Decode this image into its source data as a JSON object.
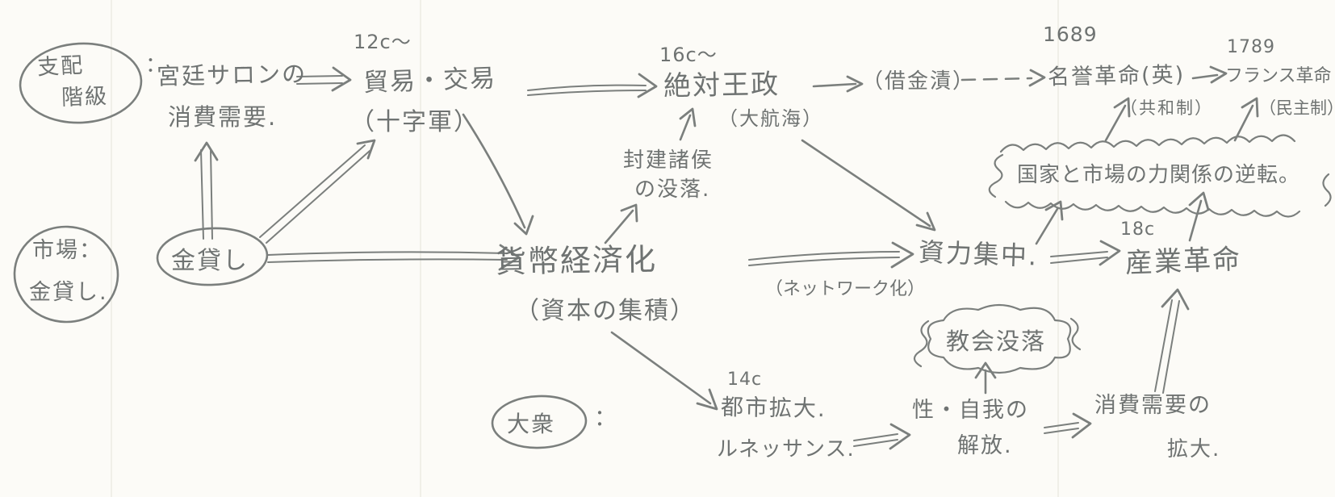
{
  "diagram": {
    "colors": {
      "paper": "#fcfbf7",
      "pencil": "#7b7f7d",
      "text": "#6f7372"
    },
    "lanes": {
      "ruling_class": {
        "line1": "支配",
        "line2": "階級",
        "colon": "："
      },
      "market": {
        "line1": "市場：",
        "line2": "金貸し."
      },
      "masses": {
        "label": "大衆",
        "colon": "："
      }
    },
    "nodes": {
      "court_salon": {
        "line1": "宮廷サロンの",
        "line2": "消費需要."
      },
      "moneylending": {
        "label": "金貸し"
      },
      "trade": {
        "era": "12c〜",
        "title": "貿易・交易",
        "note": "（十字軍）"
      },
      "absolutism": {
        "era": "16c〜",
        "title": "絶対王政",
        "note": "（大航海）"
      },
      "feudal_decline": {
        "line1": "封建諸侯",
        "line2": "の没落."
      },
      "debt_ridden": {
        "label": "（借金漬）"
      },
      "glorious_revolution": {
        "year": "1689",
        "title": "名誉革命(英)",
        "note": "（共和制）"
      },
      "french_revolution": {
        "year": "1789",
        "title": "フランス革命",
        "note": "（民主制）"
      },
      "power_reversal": {
        "label": "国家と市場の力関係の逆転。"
      },
      "monetization": {
        "title": "貨幣経済化",
        "note": "（資本の集積）"
      },
      "network_note": {
        "label": "（ネットワーク化）"
      },
      "capital_concentration": {
        "label": "資力集中."
      },
      "industrial_revolution": {
        "era": "18c",
        "title": "産業革命"
      },
      "church_decline": {
        "label": "教会没落"
      },
      "urban_expansion": {
        "era": "14c",
        "line1": "都市拡大.",
        "line2": "ルネッサンス."
      },
      "self_liberation": {
        "line1": "性・自我の",
        "line2": "解放."
      },
      "consumption_expansion": {
        "line1": "消費需要の",
        "line2": "拡大."
      }
    }
  }
}
